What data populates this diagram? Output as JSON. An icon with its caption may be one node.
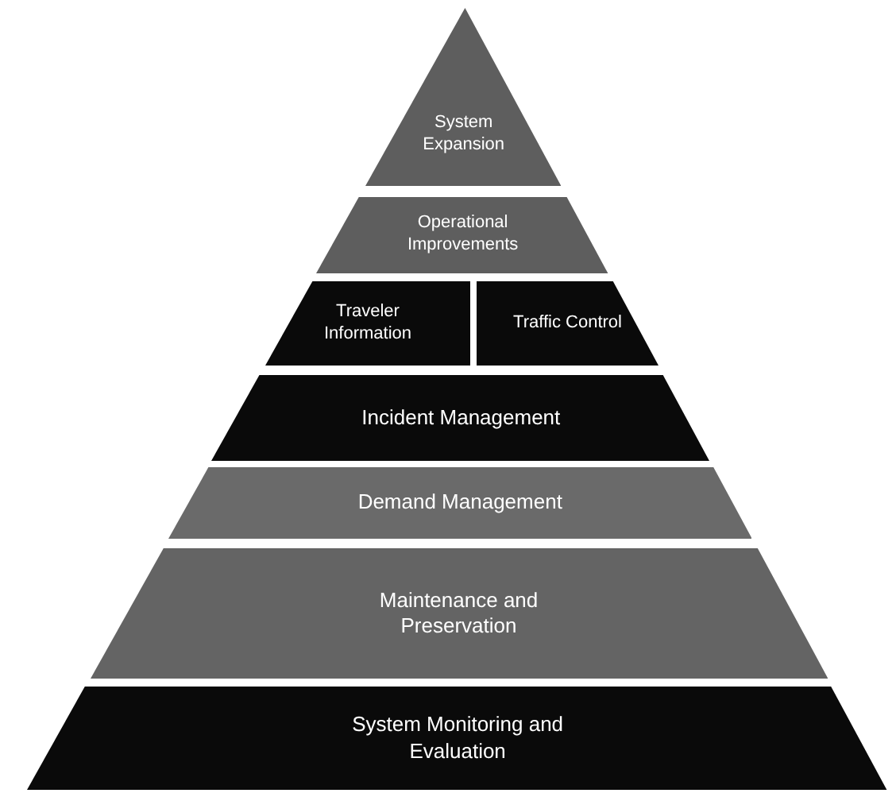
{
  "diagram": {
    "nodes": [
      {
        "text": [
          "System Expansion"
        ]
      },
      {
        "text": [
          "Operational Improvements"
        ]
      },
      {
        "text": [
          "Traveler Information"
        ]
      },
      {
        "text": [
          "Traffic Control"
        ]
      },
      {
        "text": [
          "Incident Management"
        ]
      },
      {
        "text": [
          "Demand Management"
        ]
      },
      {
        "text": [
          "Maintenance and Preservation"
        ]
      },
      {
        "text": [
          "System Monitoring and Evaluation"
        ]
      }
    ]
  }
}
